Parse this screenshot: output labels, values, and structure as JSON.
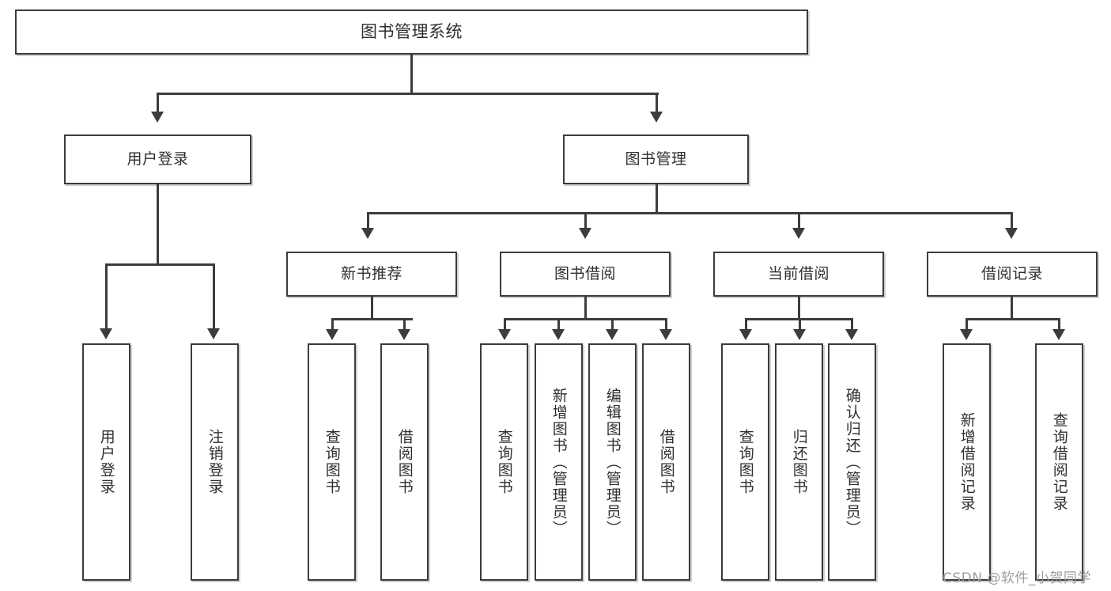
{
  "diagram": {
    "title": "图书管理系统",
    "type": "功能结构图",
    "watermark": "CSDN @软件_小贺同学",
    "colors": {
      "border": "#3c3c3c",
      "text": "#2f2f2f",
      "background": "#ffffff",
      "watermark": "#9d9d9d"
    }
  },
  "nodes": {
    "root": {
      "label": "图书管理系统"
    },
    "level2": [
      {
        "id": "user-login",
        "label": "用户登录"
      },
      {
        "id": "book-management",
        "label": "图书管理"
      }
    ],
    "level3": [
      {
        "id": "new-book-recommend",
        "label": "新书推荐"
      },
      {
        "id": "book-borrow",
        "label": "图书借阅"
      },
      {
        "id": "current-borrow",
        "label": "当前借阅"
      },
      {
        "id": "borrow-record",
        "label": "借阅记录"
      }
    ],
    "leaves": {
      "user_login": [
        {
          "id": "user-login-leaf",
          "label": "用户登录"
        },
        {
          "id": "logout-leaf",
          "label": "注销登录"
        }
      ],
      "new_book_recommend": [
        {
          "id": "query-book-1",
          "label": "查询图书"
        },
        {
          "id": "borrow-book-1",
          "label": "借阅图书"
        }
      ],
      "book_borrow": [
        {
          "id": "query-book-2",
          "label": "查询图书"
        },
        {
          "id": "add-book",
          "label": "新增图书（管理员）"
        },
        {
          "id": "edit-book",
          "label": "编辑图书（管理员）"
        },
        {
          "id": "borrow-book-2",
          "label": "借阅图书"
        }
      ],
      "current_borrow": [
        {
          "id": "query-book-3",
          "label": "查询图书"
        },
        {
          "id": "return-book",
          "label": "归还图书"
        },
        {
          "id": "confirm-return",
          "label": "确认归还（管理员）"
        }
      ],
      "borrow_record": [
        {
          "id": "add-borrow-record",
          "label": "新增借阅记录"
        },
        {
          "id": "query-borrow-record",
          "label": "查询借阅记录"
        }
      ]
    }
  }
}
